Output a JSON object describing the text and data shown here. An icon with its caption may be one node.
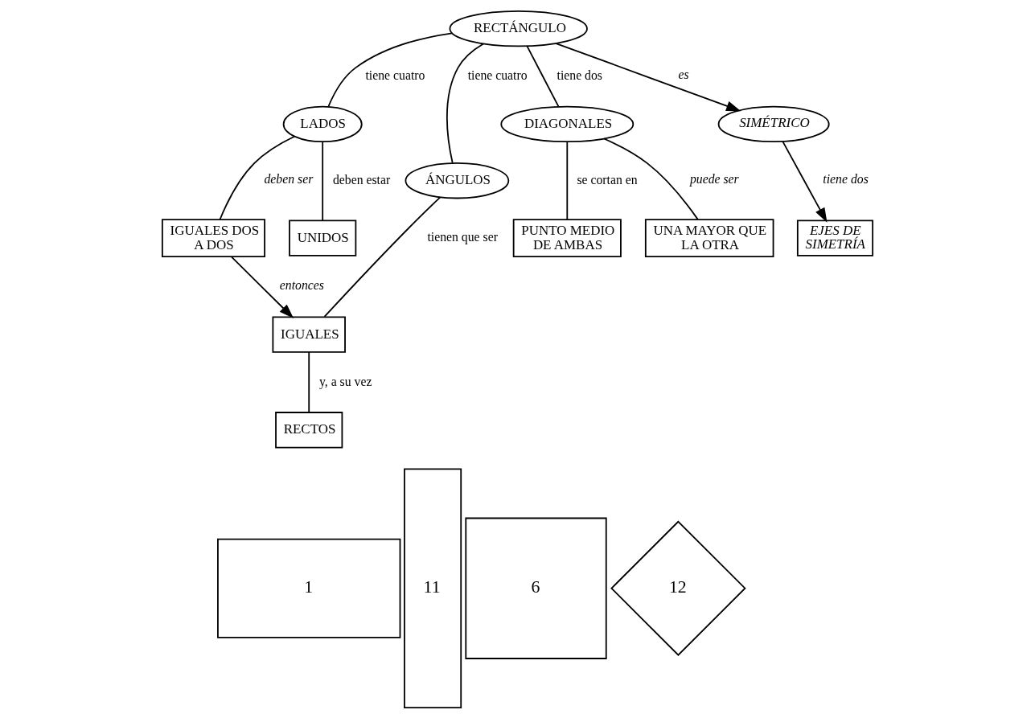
{
  "diagram": {
    "nodes": [
      {
        "text": [
          "RECTÁNGULO"
        ]
      },
      {
        "text": [
          "LADOS"
        ]
      },
      {
        "text": [
          "ÁNGULOS"
        ]
      },
      {
        "text": [
          "DIAGONALES"
        ]
      },
      {
        "text": [
          "SIMÉTRICO"
        ]
      },
      {
        "text": [
          "IGUALES DOS A DOS"
        ]
      },
      {
        "text": [
          "UNIDOS"
        ]
      },
      {
        "text": [
          "IGUALES"
        ]
      },
      {
        "text": [
          "PUNTO MEDIO DE AMBAS"
        ]
      },
      {
        "text": [
          "UNA MAYOR QUE LA OTRA"
        ]
      },
      {
        "text": [
          "EJES DE SIMETRÍA"
        ]
      },
      {
        "text": [
          "RECTOS"
        ]
      },
      {
        "text": [
          "1"
        ]
      },
      {
        "text": [
          "11"
        ]
      },
      {
        "text": [
          "6"
        ]
      },
      {
        "text": [
          "12"
        ]
      }
    ],
    "edges": [
      {
        "from": 0,
        "to": 1,
        "arrow": "none",
        "label": "tiene cuatro"
      },
      {
        "from": 0,
        "to": 2,
        "arrow": "none",
        "label": "tiene cuatro"
      },
      {
        "from": 0,
        "to": 3,
        "arrow": "none",
        "label": "tiene dos"
      },
      {
        "from": 0,
        "to": 4,
        "arrow": "to",
        "label": "es"
      },
      {
        "from": 1,
        "to": 5,
        "arrow": "none",
        "label": "deben ser"
      },
      {
        "from": 1,
        "to": 6,
        "arrow": "none",
        "label": "deben estar"
      },
      {
        "from": 2,
        "to": 7,
        "arrow": "none",
        "label": "tienen que ser"
      },
      {
        "from": 3,
        "to": 8,
        "arrow": "none",
        "label": "se cortan en"
      },
      {
        "from": 3,
        "to": 9,
        "arrow": "none",
        "label": "puede ser"
      },
      {
        "from": 4,
        "to": 10,
        "arrow": "to",
        "label": "tiene dos"
      },
      {
        "from": 5,
        "to": 7,
        "arrow": "to",
        "label": "entonces"
      },
      {
        "from": 7,
        "to": 11,
        "arrow": "none",
        "label": "y, a su vez"
      }
    ]
  }
}
